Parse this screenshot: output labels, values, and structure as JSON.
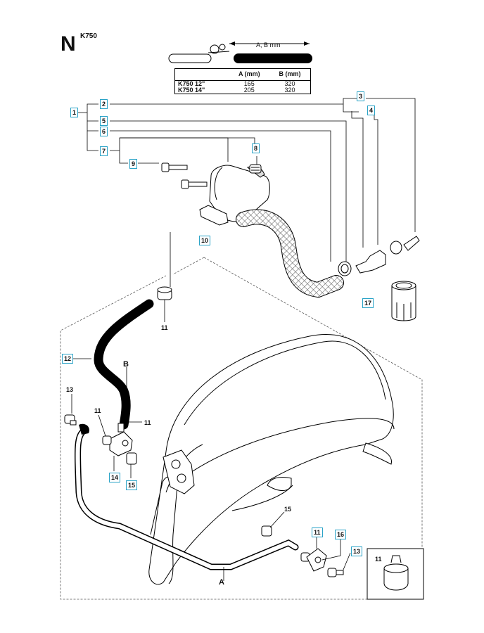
{
  "header": {
    "section_letter": "N",
    "model": "K750"
  },
  "dimension_label": "A, B mm",
  "spec_table": {
    "columns": [
      "",
      "A (mm)",
      "B (mm)"
    ],
    "rows": [
      {
        "model": "K750 12\"",
        "a": "165",
        "b": "320"
      },
      {
        "model": "K750 14\"",
        "a": "205",
        "b": "320"
      }
    ]
  },
  "callouts": {
    "c1": "1",
    "c2": "2",
    "c3": "3",
    "c4": "4",
    "c5": "5",
    "c6": "6",
    "c7": "7",
    "c8": "8",
    "c9": "9",
    "c10": "10",
    "c11_upper": "11",
    "c11_mid_left": "11",
    "c11_mid_right": "11",
    "c11_lower": "11",
    "c11_inset": "11",
    "c12": "12",
    "c13_left": "13",
    "c13_right": "13",
    "c14": "14",
    "c15_left": "15",
    "c15_right": "15",
    "c16": "16",
    "c17": "17",
    "label_a": "A",
    "label_b": "B"
  },
  "colors": {
    "callout_border": "#2aa3c7",
    "line": "#000000"
  }
}
